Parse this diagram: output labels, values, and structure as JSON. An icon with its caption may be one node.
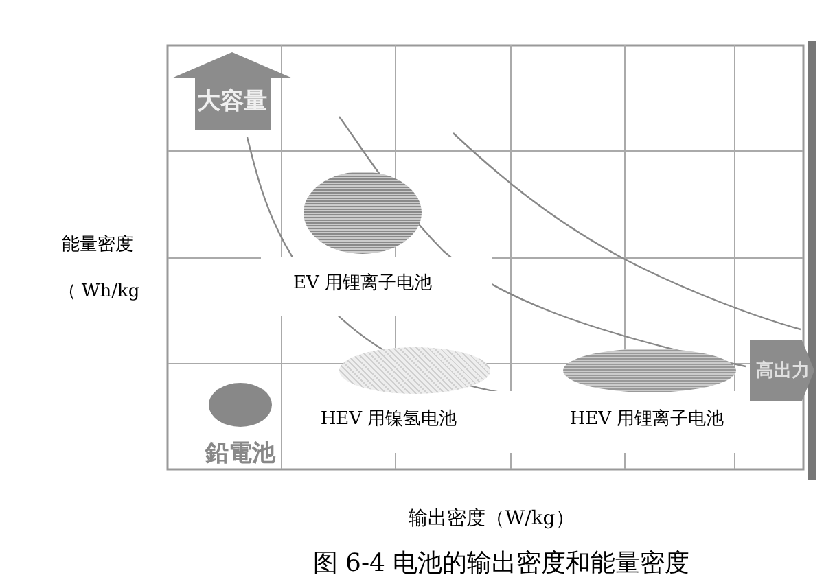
{
  "diagram": {
    "caption": "图 6-4 电池的输出密度和能量密度",
    "nodes": [
      {
        "text": [
          "大容量"
        ]
      },
      {
        "text": [
          "高出力"
        ]
      },
      {
        "text": [],
        "shape": "ellipse",
        "beside": [
          "EV 用锂离子电池"
        ]
      },
      {
        "text": [],
        "shape": "ellipse",
        "beside": [
          "HEV 用镍氢电池"
        ]
      },
      {
        "text": [],
        "shape": "ellipse",
        "beside": [
          "HEV 用锂离子电池"
        ]
      },
      {
        "text": [],
        "shape": "ellipse",
        "beside": [
          "鉛電池"
        ]
      }
    ],
    "labels": [
      "能量密度",
      "（ Wh/kg",
      "输出密度（W/kg）"
    ]
  }
}
